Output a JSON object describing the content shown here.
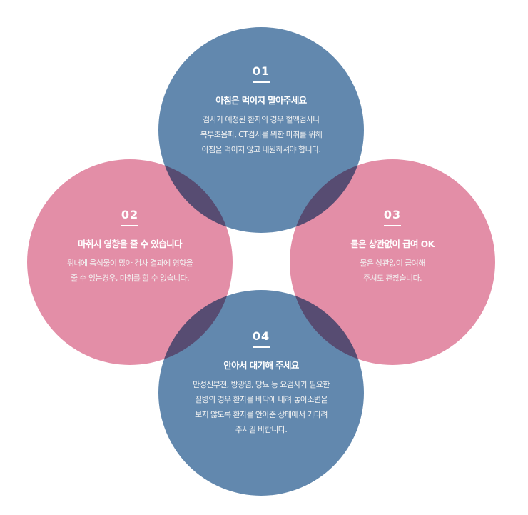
{
  "steps": [
    {
      "number": "01",
      "title": "아침은 먹이지 말아주세요",
      "lines": [
        "검사가 예정된 환자의 경우 혈액검사나",
        "복부초음파, CT검사를 위한 마취를 위해",
        "아침을 먹이지 않고 내원하셔야 합니다."
      ],
      "color": "#3f6e9c"
    },
    {
      "number": "02",
      "title": "마취시 영향을 줄 수 있습니다",
      "lines": [
        "위내에 음식물이 많아 검사 결과에 영향을",
        "줄 수 있는경우, 마취를 할 수 없습니다."
      ],
      "color": "#dd7594"
    },
    {
      "number": "03",
      "title": "물은 상관없이 급여 OK",
      "lines": [
        "물은 상관없이 급여해",
        "주셔도 괜찮습니다."
      ],
      "color": "#dd7594"
    },
    {
      "number": "04",
      "title": "안아서 대기해 주세요",
      "lines": [
        "만성신부전, 방광염, 당뇨 등 요검사가 필요한",
        "질병의 경우 환자를 바닥에 내려 놓아소변을",
        "보지 않도록 환자를 안아준 상태에서 기다려",
        "주시길 바랍니다."
      ],
      "color": "#3f6e9c"
    }
  ]
}
